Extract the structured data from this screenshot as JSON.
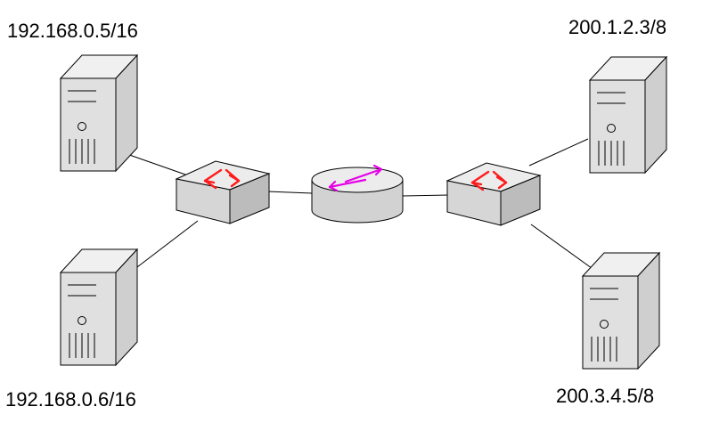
{
  "hosts": [
    {
      "ip": "192.168.0.5/16"
    },
    {
      "ip": "192.168.0.6/16"
    },
    {
      "ip": "200.1.2.3/8"
    },
    {
      "ip": "200.3.4.5/8"
    }
  ],
  "devices": {
    "left_switch": {
      "icon": "switch-icon"
    },
    "router": {
      "icon": "router-icon"
    },
    "right_switch": {
      "icon": "switch-icon"
    }
  },
  "colors": {
    "switch_arrows": "#ff1a1a",
    "router_arrows": "#e600e6",
    "device_face": "#d4d4d4",
    "device_top": "#ececec",
    "device_side": "#b8b8b8",
    "outline": "#000000",
    "link": "#000000"
  }
}
